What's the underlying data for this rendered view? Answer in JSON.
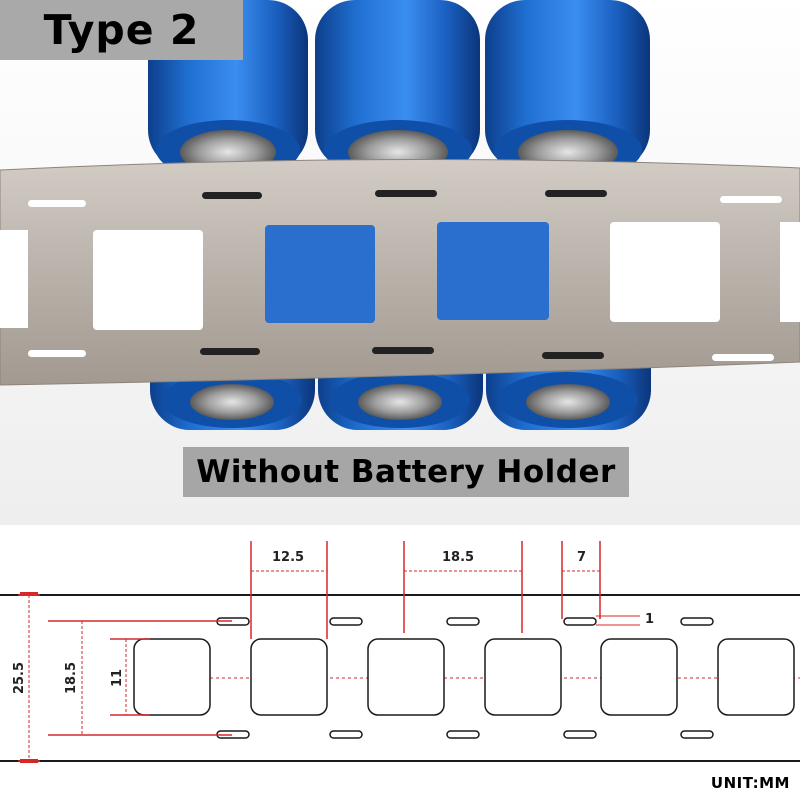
{
  "photo": {
    "badge": "Type 2",
    "caption": "Without Battery Holder"
  },
  "diagram": {
    "dim_cell_width": "12.5",
    "dim_pitch": "18.5",
    "dim_slot_length": "7",
    "dim_slot_width": "1",
    "dim_total_width": "25.5",
    "dim_slot_row_distance": "18.5",
    "dim_cell_height": "11",
    "unit": "UNIT:MM",
    "colors": {
      "dimension_line": "#d62828",
      "outline": "#1a1a1a",
      "nickel": "#b9b2aa",
      "battery_blue": "#1f6fd1"
    }
  }
}
